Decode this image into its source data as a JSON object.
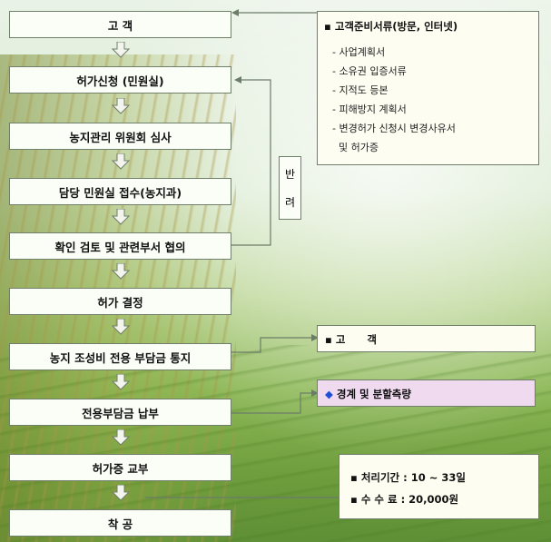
{
  "flow_steps": [
    "고  객",
    "허가신청 (민원실)",
    "농지관리 위원회 심사",
    "담당 민원실 접수(농지과)",
    "확인 검토 및 관련부서 협의",
    "허가 결정",
    "농지 조성비 전용 부담금 통지",
    "전용부담금 납부",
    "허가증 교부",
    "착      공"
  ],
  "return_label": [
    "반",
    "려"
  ],
  "documents": {
    "title": "고객준비서류(방문, 인터넷)",
    "items": [
      "- 사업계획서",
      "- 소유권 입증서류",
      "- 지적도 등본",
      "- 피해방지 계획서",
      "- 변경허가 신청시 변경사유서",
      "  및 허가증"
    ]
  },
  "customer_note": "고      객",
  "boundary_note": "경계 및 분할측량",
  "info": {
    "period": "처리기간 : 10 ~ 33일",
    "fee": "수 수 료 : 20,000원"
  },
  "colors": {
    "box_border": "#6f7f6a",
    "pink_box": "#efdaf0",
    "diamond": "#1e4fd8"
  }
}
